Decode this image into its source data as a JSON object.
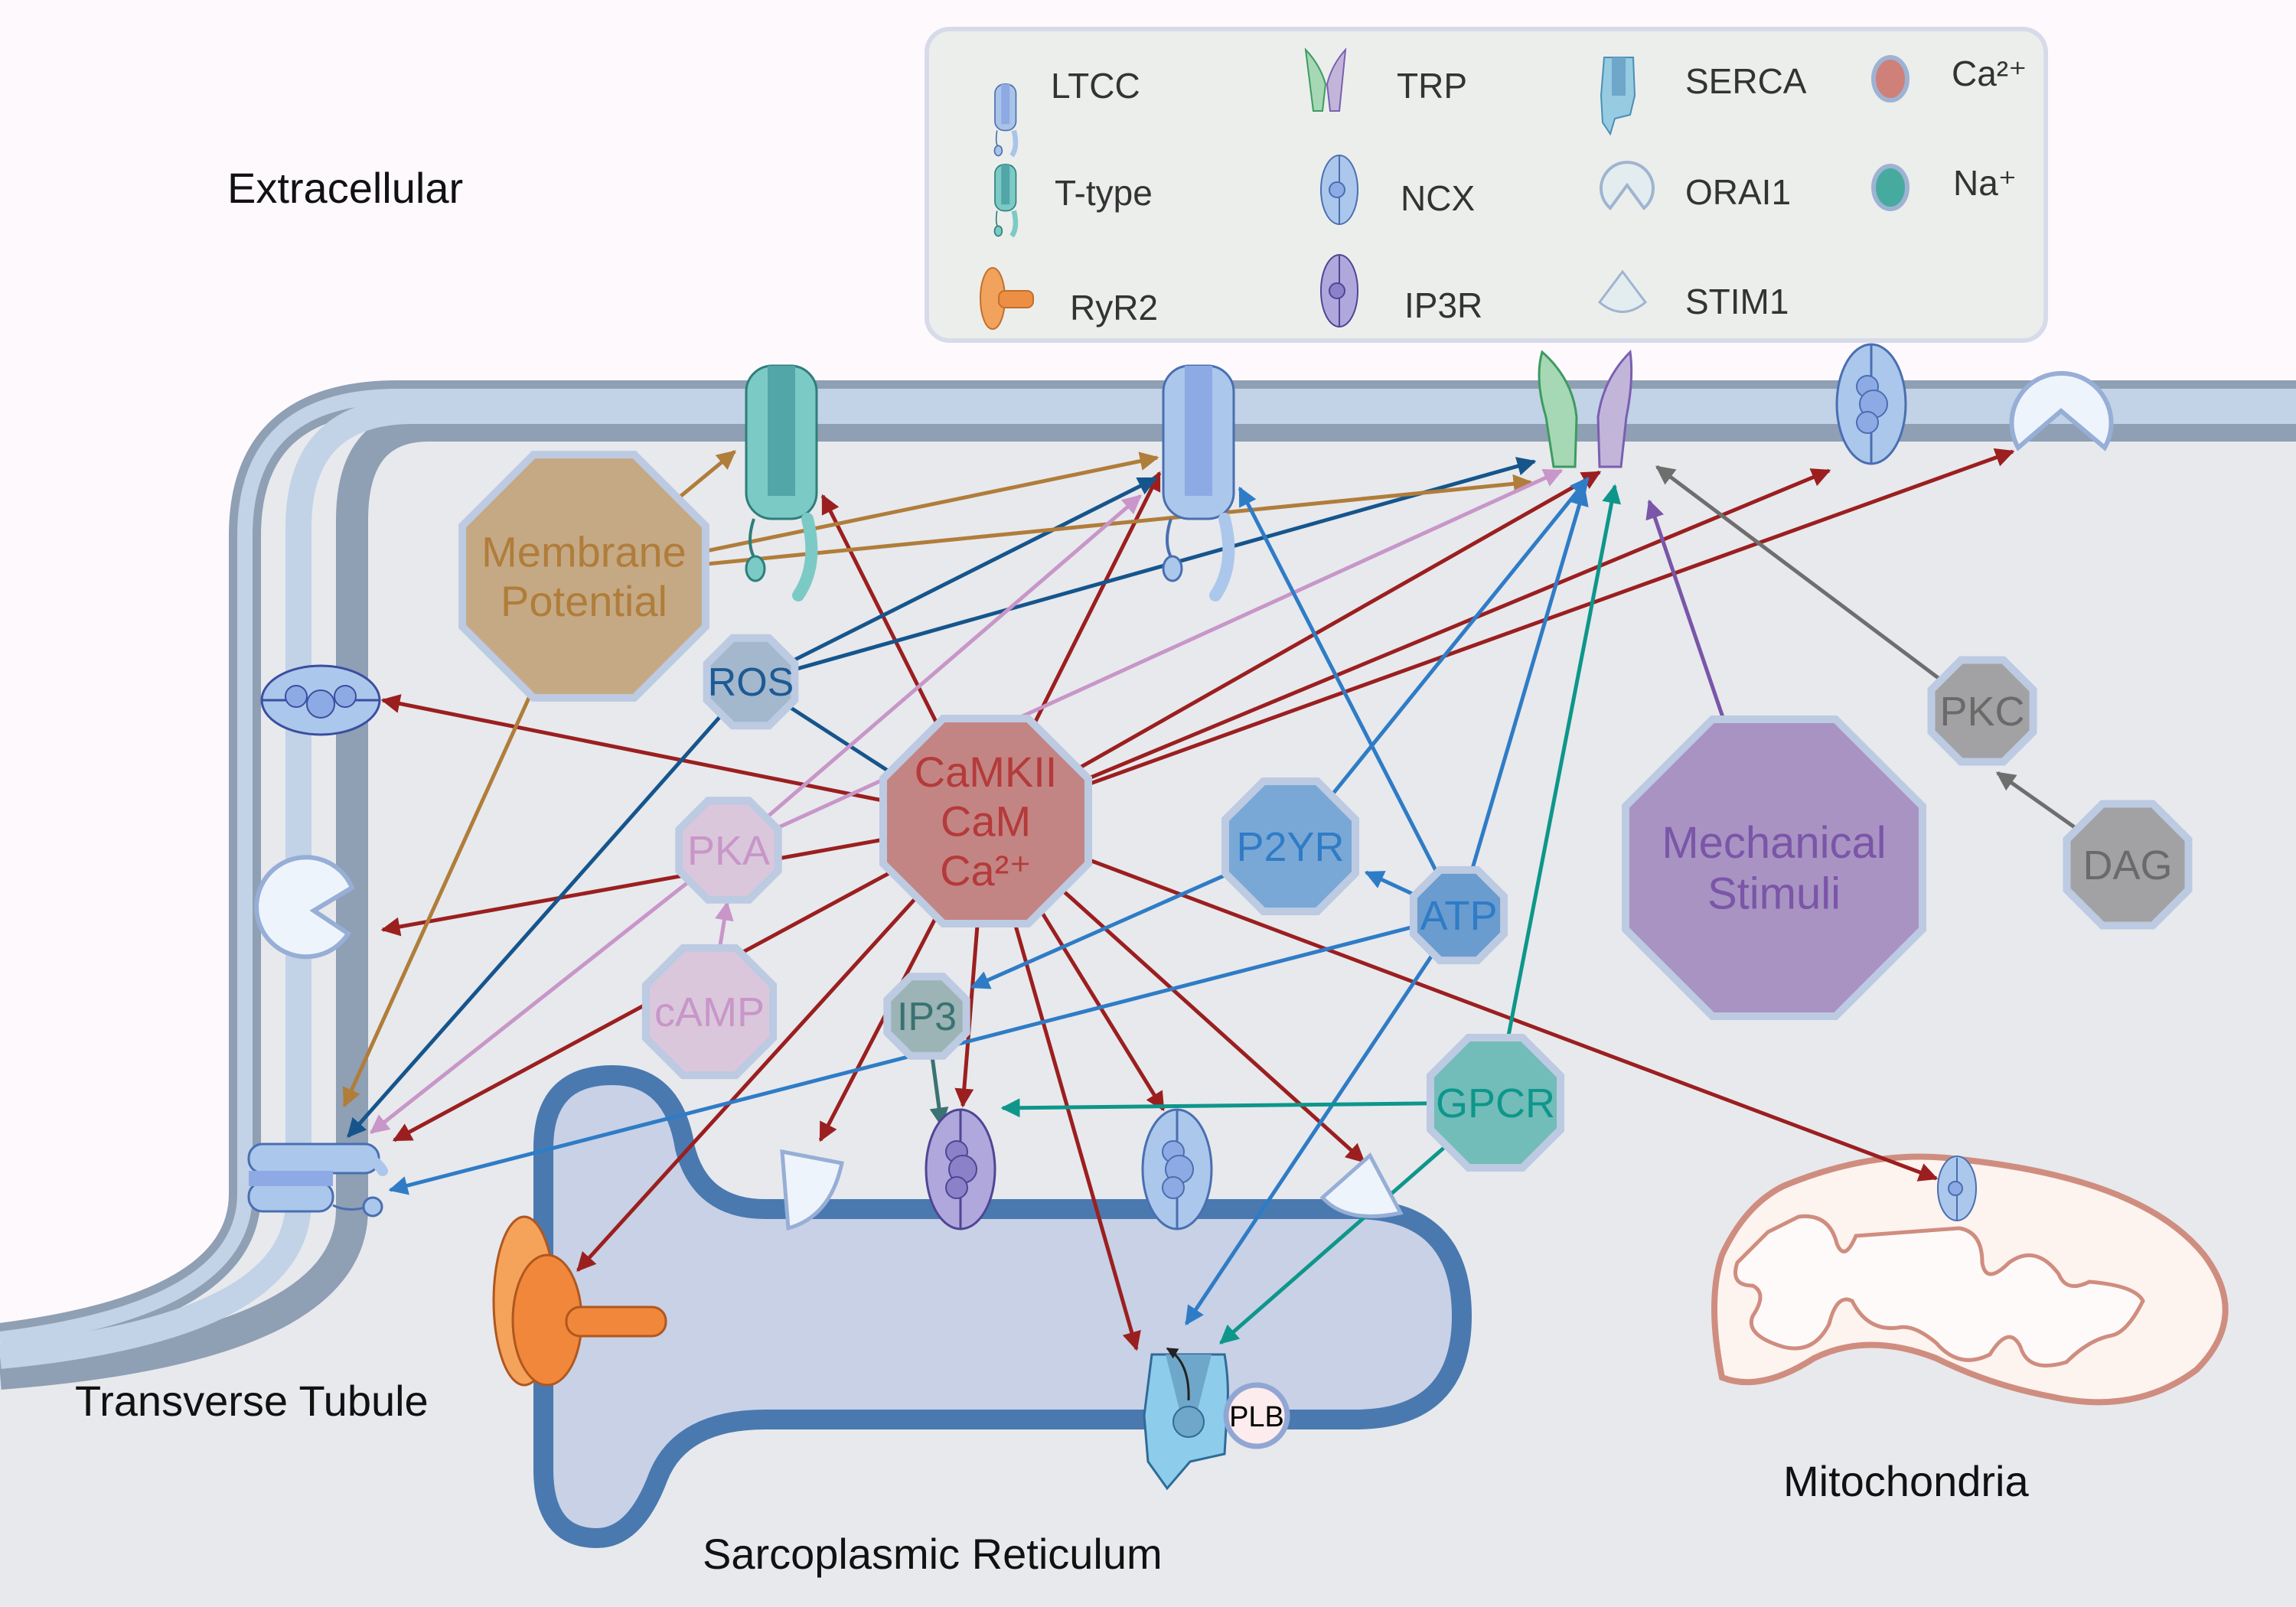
{
  "regions": {
    "extracellular": "Extracellular",
    "transverse_tubule": "Transverse Tubule",
    "sarcoplasmic_reticulum": "Sarcoplasmic Reticulum",
    "mitochondria": "Mitochondria"
  },
  "legend": {
    "items": [
      {
        "key": "ltcc",
        "label": "LTCC"
      },
      {
        "key": "trp",
        "label": "TRP"
      },
      {
        "key": "serca",
        "label": "SERCA"
      },
      {
        "key": "ca",
        "label": "Ca²⁺"
      },
      {
        "key": "ttype",
        "label": "T-type"
      },
      {
        "key": "ncx",
        "label": "NCX"
      },
      {
        "key": "orai1",
        "label": "ORAI1"
      },
      {
        "key": "na",
        "label": "Na⁺"
      },
      {
        "key": "ryr2",
        "label": "RyR2"
      },
      {
        "key": "ip3r",
        "label": "IP3R"
      },
      {
        "key": "stim1",
        "label": "STIM1"
      }
    ]
  },
  "nodes": {
    "camkii": {
      "lines": [
        "CaMKII",
        "CaM",
        "Ca²⁺"
      ],
      "fill": "#c38584",
      "text_color": "#b53a3a"
    },
    "ros": {
      "lines": [
        "ROS"
      ],
      "fill": "#a3b8cd",
      "text_color": "#1d5a94"
    },
    "membrane_potential": {
      "lines": [
        "Membrane",
        "Potential"
      ],
      "fill": "#c5a985",
      "text_color": "#b07d3a"
    },
    "pka": {
      "lines": [
        "PKA"
      ],
      "fill": "#dbc7dc",
      "text_color": "#c896c8"
    },
    "camp": {
      "lines": [
        "cAMP"
      ],
      "fill": "#dbc7dc",
      "text_color": "#c896c8"
    },
    "ip3": {
      "lines": [
        "IP3"
      ],
      "fill": "#9cb4b6",
      "text_color": "#3b7272"
    },
    "p2yr": {
      "lines": [
        "P2YR"
      ],
      "fill": "#7aa8d6",
      "text_color": "#2f7cc6"
    },
    "atp": {
      "lines": [
        "ATP"
      ],
      "fill": "#6b9ccf",
      "text_color": "#2f7cc6"
    },
    "gpcr": {
      "lines": [
        "GPCR"
      ],
      "fill": "#72bcb9",
      "text_color": "#0e968a"
    },
    "mechanical": {
      "lines": [
        "Mechanical",
        "Stimuli"
      ],
      "fill": "#a893c2",
      "text_color": "#7a55a8"
    },
    "pkc": {
      "lines": [
        "PKC"
      ],
      "fill": "#a2a2a4",
      "text_color": "#6a6a6a"
    },
    "dag": {
      "lines": [
        "DAG"
      ],
      "fill": "#a2a2a4",
      "text_color": "#6a6a6a"
    }
  },
  "plb_label": "PLB",
  "colors": {
    "camkii_arrow": "#9b1f1f",
    "ros_arrow": "#16558c",
    "mp_arrow": "#b07d3a",
    "pka_arrow": "#c896c8",
    "atp_arrow": "#2f7cc6",
    "gpcr_arrow": "#0e968a",
    "mech_arrow": "#7a55a8",
    "pkc_arrow": "#6e6e6e",
    "ip3_arrow": "#3b7272"
  }
}
